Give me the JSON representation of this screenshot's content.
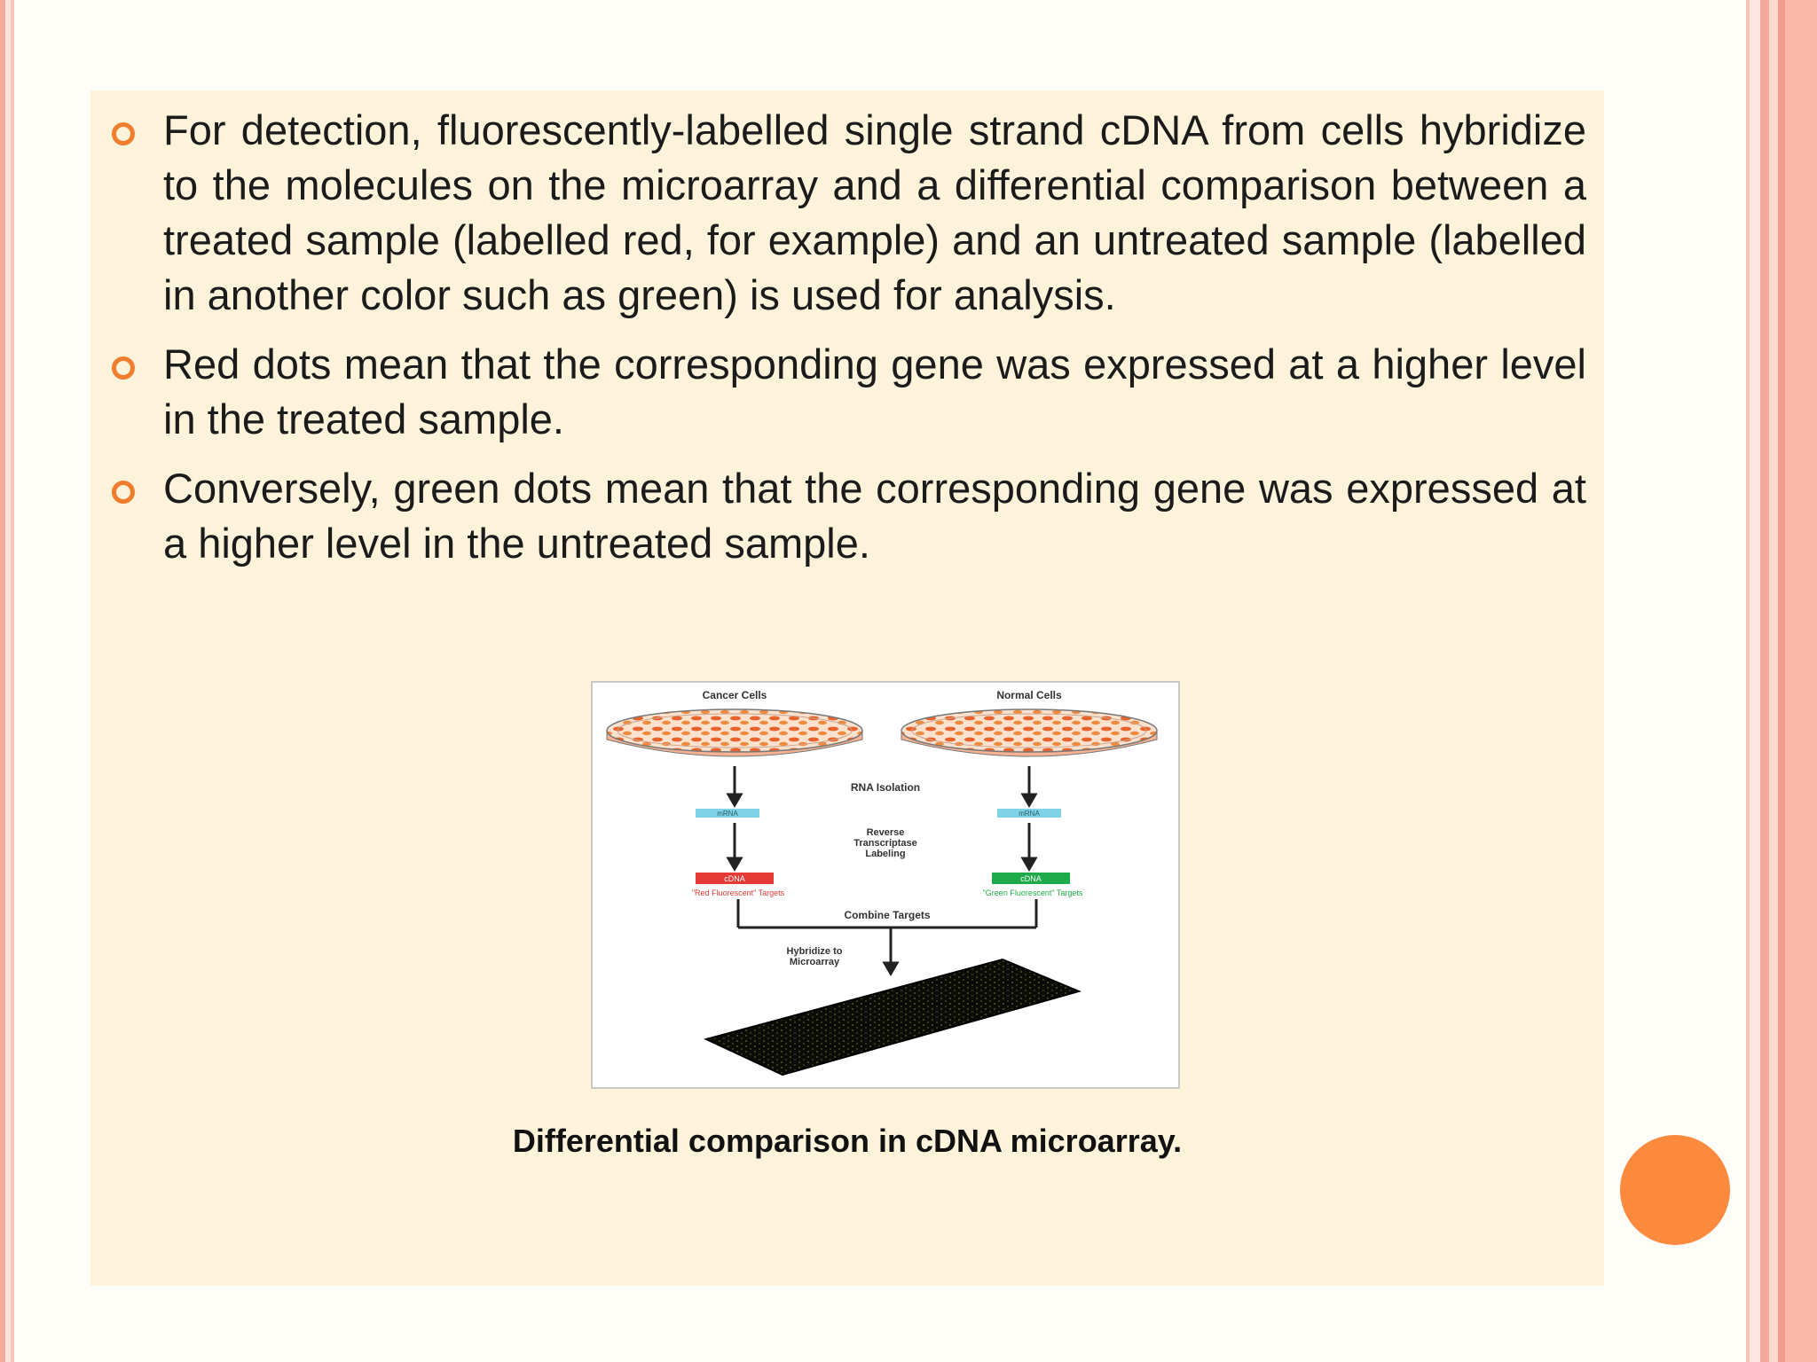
{
  "bullets": [
    "For detection, fluorescently-labelled single strand cDNA from cells hybridize to the molecules on the microarray and a differential comparison between a treated sample (labelled red, for example) and an untreated sample (labelled in another color such as green) is used for analysis.",
    "Red dots mean that the corresponding gene was expressed at a higher level in the treated sample.",
    "Conversely, green dots mean that the corresponding gene was expressed at a higher level in the untreated sample."
  ],
  "figure": {
    "left_label": "Cancer Cells",
    "right_label": "Normal Cells",
    "step_rna": "RNA Isolation",
    "step_rt_1": "Reverse",
    "step_rt_2": "Transcriptase",
    "step_rt_3": "Labeling",
    "mrna_left": "mRNA",
    "mrna_right": "mRNA",
    "cdna_left": "cDNA",
    "cdna_right": "cDNA",
    "red_targets": "\"Red Fluorescent\" Targets",
    "green_targets": "\"Green Fluorescent\" Targets",
    "combine": "Combine Targets",
    "hybridize_1": "Hybridize to",
    "hybridize_2": "Microarray"
  },
  "caption": "Differential comparison in cDNA microarray.",
  "colors": {
    "accent": "#f07d2e",
    "panel": "#fdf3da",
    "circle": "#fb8a3c",
    "red_label": "#e53935",
    "green_label": "#1faa4a",
    "mrna_label": "#7fd3e6"
  }
}
